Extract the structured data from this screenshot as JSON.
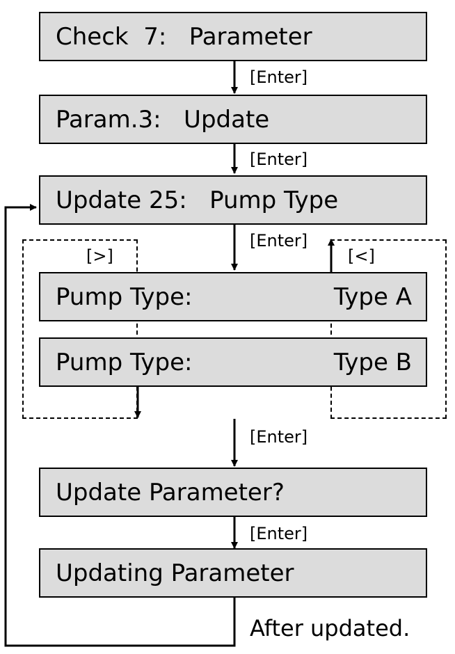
{
  "boxes": {
    "check": "Check  7:   Parameter",
    "param": "Param.3:   Update",
    "update": "Update 25:   Pump Type",
    "pump_a_label": "Pump Type:",
    "pump_a_value": "Type A",
    "pump_b_label": "Pump Type:",
    "pump_b_value": "Type B",
    "confirm": "Update Parameter?",
    "updating": "Updating Parameter"
  },
  "labels": {
    "enter_1": "[Enter]",
    "enter_2": "[Enter]",
    "enter_3": "[Enter]",
    "enter_4": "[Enter]",
    "enter_5": "[Enter]",
    "next": "[>]",
    "prev": "[<]",
    "after": "After updated."
  }
}
